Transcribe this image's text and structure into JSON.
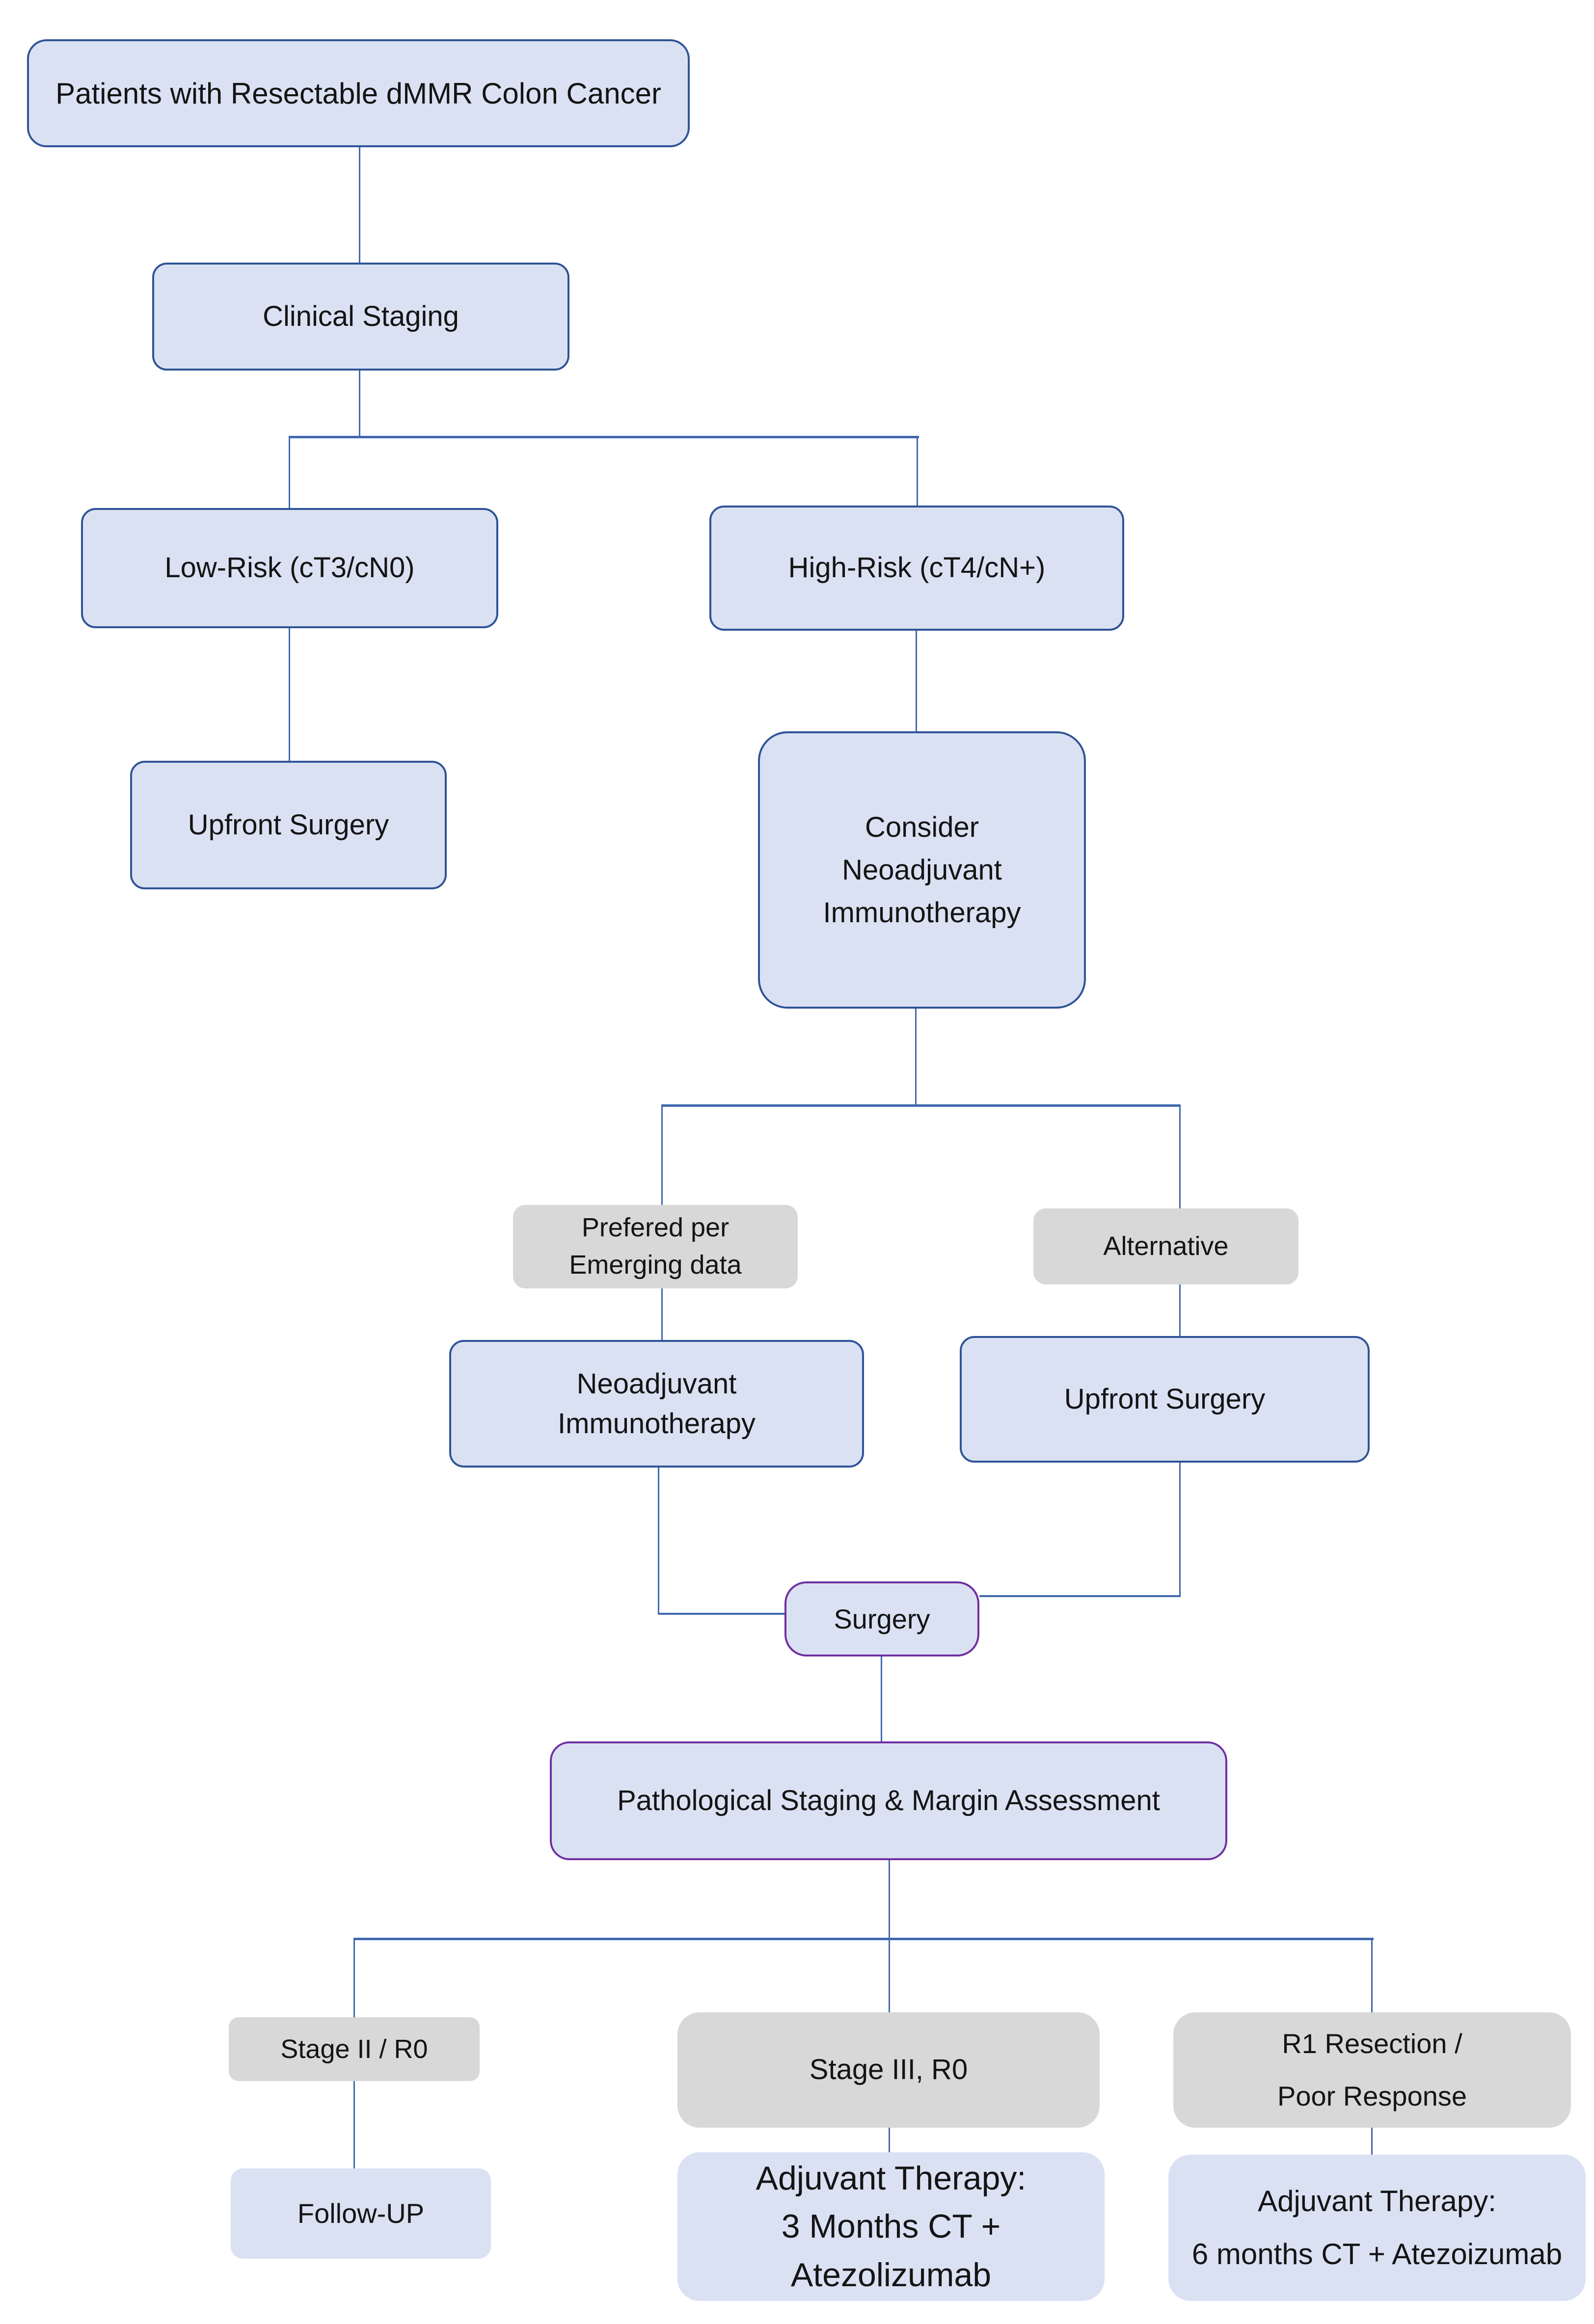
{
  "diagram": {
    "nodes": {
      "start": {
        "label": "Patients with Resectable dMMR Colon Cancer"
      },
      "clinical_staging": {
        "label": "Clinical Staging"
      },
      "low_risk": {
        "label": "Low-Risk (cT3/cN0)"
      },
      "high_risk": {
        "label": "High-Risk (cT4/cN+)"
      },
      "upfront_surgery_low": {
        "label": "Upfront Surgery"
      },
      "consider_neoadjuvant": {
        "lines": [
          "Consider",
          "Neoadjuvant",
          "Immunotherapy"
        ]
      },
      "preferred_tag": {
        "lines": [
          "Prefered per",
          "Emerging data"
        ]
      },
      "alternative_tag": {
        "label": "Alternative"
      },
      "neoadjuvant_immunotherapy": {
        "lines": [
          "Neoadjuvant",
          "Immunotherapy"
        ]
      },
      "upfront_surgery_alt": {
        "label": "Upfront Surgery"
      },
      "surgery": {
        "label": "Surgery"
      },
      "pathological_staging": {
        "label": "Pathological Staging & Margin Assessment"
      },
      "stage2_tag": {
        "label": "Stage II / R0"
      },
      "stage3_tag": {
        "label": "Stage III, R0"
      },
      "r1_tag": {
        "lines": [
          "R1 Resection /",
          "Poor Response"
        ]
      },
      "follow_up": {
        "label": "Follow-UP"
      },
      "adjuvant_stage3": {
        "lines": [
          "Adjuvant Therapy:",
          "3 Months CT +",
          "Atezolizumab"
        ]
      },
      "adjuvant_r1": {
        "lines": [
          "Adjuvant Therapy:",
          "6 months CT + Atezoizumab"
        ]
      }
    },
    "colors": {
      "node_fill": "#dae1f3",
      "node_border": "#2f5496",
      "accent_border": "#7030a0",
      "tag_fill": "#d8d8d8",
      "connector": "#3f68ae"
    }
  }
}
